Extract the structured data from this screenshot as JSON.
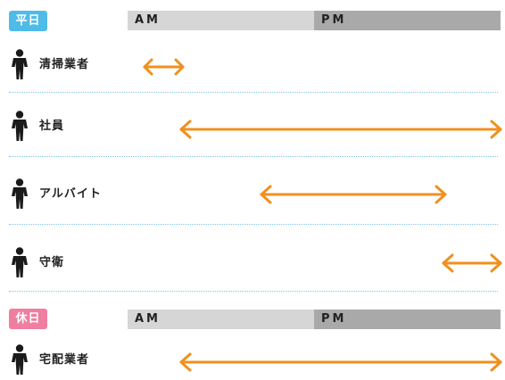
{
  "weekday": {
    "badge": "平日",
    "am_label": "AM",
    "pm_label": "PM",
    "roles": [
      {
        "name": "清掃業者"
      },
      {
        "name": "社員"
      },
      {
        "name": "アルバイト"
      },
      {
        "name": "守衛"
      }
    ]
  },
  "holiday": {
    "badge": "休日",
    "am_label": "AM",
    "pm_label": "PM",
    "roles": [
      {
        "name": "宅配業者"
      }
    ]
  },
  "colors": {
    "weekday_badge": "#4fbbe8",
    "holiday_badge": "#ef7ea0",
    "am_bar": "#d6d6d6",
    "pm_bar": "#a9a9a9",
    "arrow": "#f0901e",
    "divider": "#7fc7e6",
    "person": "#1a1a1a"
  },
  "icons": {
    "person": "person-icon",
    "arrow": "double-headed-arrow"
  }
}
